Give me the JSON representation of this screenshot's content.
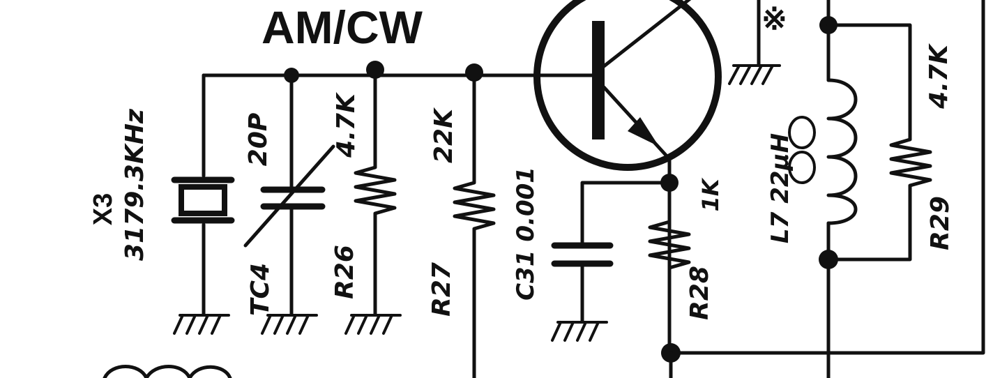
{
  "title": "AM/CW",
  "crystal": {
    "ref": "X3",
    "value": "3179.3KHz"
  },
  "trimmer": {
    "ref": "TC4",
    "value": "20P"
  },
  "r26": {
    "ref": "R26",
    "value": "4.7K"
  },
  "r27": {
    "ref": "R27",
    "value": "22K"
  },
  "c31": {
    "ref": "C31",
    "value": "0.001"
  },
  "r28": {
    "ref": "R28",
    "value": "1K"
  },
  "l7": {
    "ref": "L7",
    "value": "22μH"
  },
  "r29": {
    "ref": "R29",
    "value": "4.7K"
  },
  "note_mark": "※"
}
